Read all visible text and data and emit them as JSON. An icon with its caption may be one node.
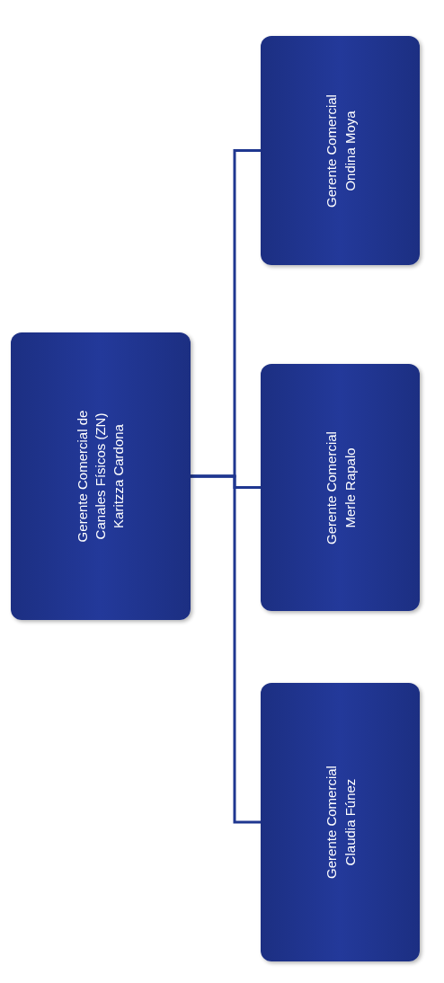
{
  "diagram": {
    "nodes": [
      {
        "text": [
          "Gerente Comercial de Canales Físicos (ZN)",
          "Karitzza Cardona"
        ]
      },
      {
        "text": [
          "Gerente Comercial",
          "Claudia Fúnez"
        ]
      },
      {
        "text": [
          "Gerente Comercial",
          "Merle Rapalo"
        ]
      },
      {
        "text": [
          "Gerente Comercial",
          "Ondina Moya"
        ]
      }
    ],
    "edges": [
      {
        "from": 0,
        "to": 1,
        "arrow": "none"
      },
      {
        "from": 0,
        "to": 2,
        "arrow": "none"
      },
      {
        "from": 0,
        "to": 3,
        "arrow": "none"
      }
    ]
  }
}
